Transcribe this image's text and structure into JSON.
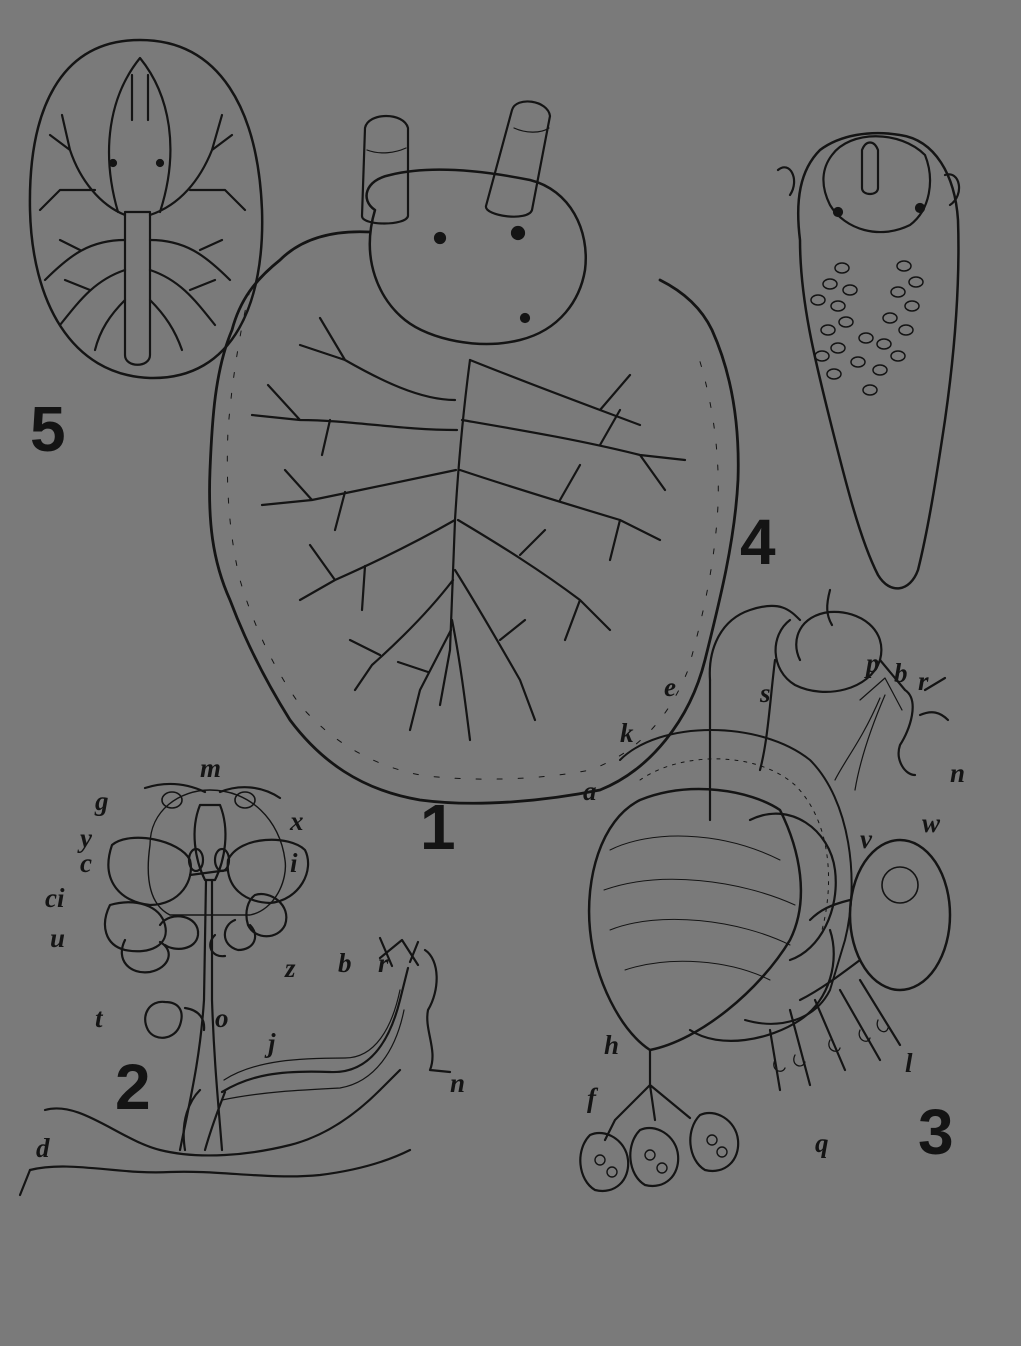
{
  "figures": [
    {
      "id": "1",
      "number": "1"
    },
    {
      "id": "2",
      "number": "2",
      "labels": [
        "m",
        "g",
        "x",
        "y",
        "c",
        "i",
        "ci",
        "u",
        "z",
        "b",
        "r",
        "t",
        "o",
        "j",
        "n",
        "d"
      ]
    },
    {
      "id": "3",
      "number": "3",
      "labels": [
        "e",
        "s",
        "p",
        "b",
        "r",
        "k",
        "a",
        "n",
        "v",
        "w",
        "h",
        "f",
        "q",
        "l"
      ]
    },
    {
      "id": "4",
      "number": "4"
    },
    {
      "id": "5",
      "number": "5"
    }
  ],
  "colors": {
    "background": "#7a7a7a",
    "ink": "#141414",
    "fill": "#8a8a8a"
  }
}
